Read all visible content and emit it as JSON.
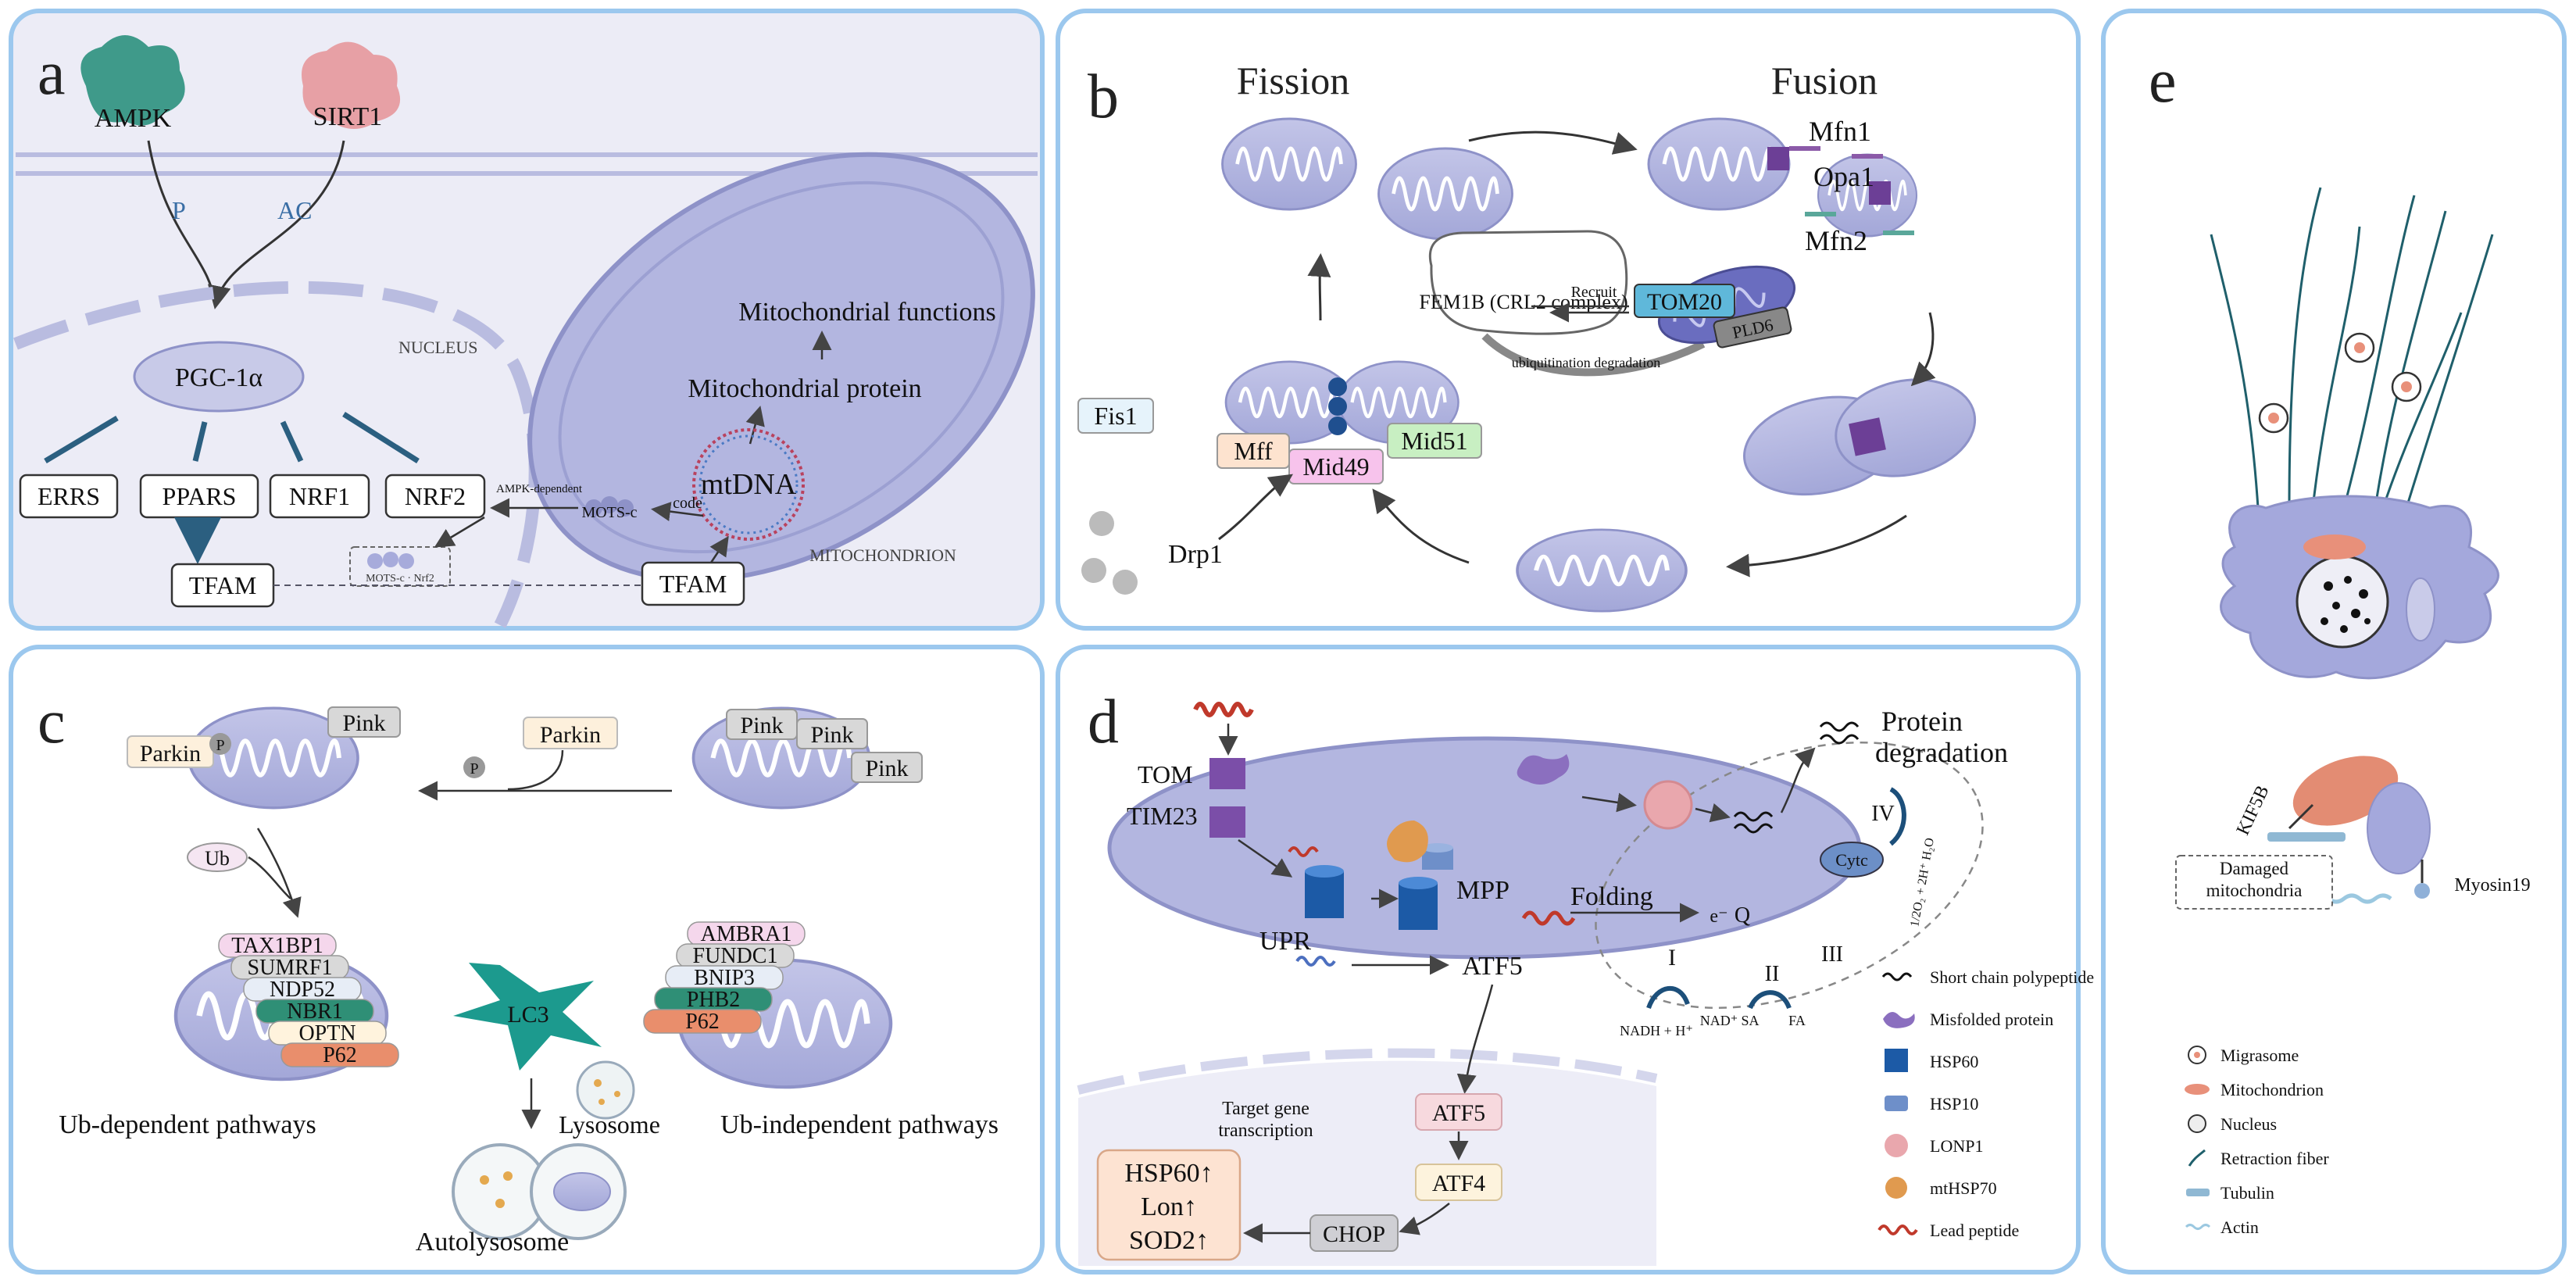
{
  "panels": {
    "a": {
      "letter": "a",
      "ampk": "AMPK",
      "sirt1": "SIRT1",
      "p": "P",
      "ac": "AC",
      "pgc": "PGC-1α",
      "nucleus": "NUCLEUS",
      "errs": "ERRS",
      "ppars": "PPARS",
      "nrf1": "NRF1",
      "nrf2": "NRF2",
      "tfam": "TFAM",
      "ampk_dependent": "AMPK-dependent",
      "mots_c": "MOTS-c",
      "mots_nrf2": "MOTS-c · Nrf2",
      "code": "code",
      "mtdna": "mtDNA",
      "mito_protein": "Mitochondrial protein",
      "mito_functions": "Mitochondrial functions",
      "tfam2": "TFAM",
      "mitochondrion": "MITOCHONDRION"
    },
    "b": {
      "letter": "b",
      "fission": "Fission",
      "fusion": "Fusion",
      "mfn1": "Mfn1",
      "opa1": "Opa1",
      "mfn2": "Mfn2",
      "fem1b": "FEM1B (CRL2 complex)",
      "recruit": "Recruit",
      "ubiq": "ubiquitination degradation",
      "tom20": "TOM20",
      "pld6": "PLD6",
      "fis1": "Fis1",
      "mff": "Mff",
      "mid49": "Mid49",
      "mid51": "Mid51",
      "drp1": "Drp1"
    },
    "c": {
      "letter": "c",
      "parkin": "Parkin",
      "p": "P",
      "pink": "Pink",
      "ub": "Ub",
      "left_receptors": [
        "TAX1BP1",
        "SUMRF1",
        "NDP52",
        "NBR1",
        "OPTN",
        "P62"
      ],
      "right_receptors": [
        "AMBRA1",
        "FUNDC1",
        "BNIP3",
        "PHB2",
        "P62"
      ],
      "lc3": "LC3",
      "lysosome": "Lysosome",
      "autolysosome": "Autolysosome",
      "ub_dep": "Ub-dependent pathways",
      "ub_indep": "Ub-independent pathways"
    },
    "d": {
      "letter": "d",
      "tom": "TOM",
      "tim23": "TIM23",
      "upr": "UPR",
      "mpp": "MPP",
      "folding": "Folding",
      "atf5": "ATF5",
      "protein": "Protein",
      "degradation": "degradation",
      "target_gene": "Target gene",
      "transcription": "transcription",
      "hsp60": "HSP60↑",
      "lon": "Lon↑",
      "sod2": "SOD2↑",
      "atf5b": "ATF5",
      "atf4": "ATF4",
      "chop": "CHOP",
      "cytc": "Cytc",
      "q": "Q",
      "e": "e⁻",
      "i": "I",
      "ii": "II",
      "iii": "III",
      "iv": "IV",
      "nadh": "NADH + H⁺",
      "nad": "NAD⁺",
      "sa": "SA",
      "fa": "FA",
      "o2": "1/2O₂ + 2H⁺  H₂O",
      "legend": [
        {
          "icon": "short-chain-icon",
          "label": "Short chain polypeptide"
        },
        {
          "icon": "misfolded-icon",
          "label": "Misfolded protein"
        },
        {
          "icon": "hsp60-icon",
          "label": "HSP60"
        },
        {
          "icon": "hsp10-icon",
          "label": "HSP10"
        },
        {
          "icon": "lonp1-icon",
          "label": "LONP1"
        },
        {
          "icon": "mthsp70-icon",
          "label": "mtHSP70"
        },
        {
          "icon": "lead-peptide-icon",
          "label": "Lead peptide"
        }
      ]
    },
    "e": {
      "letter": "e",
      "kif5b": "KIF5B",
      "myosin19": "Myosin19",
      "damaged": "Damaged mitochondria",
      "legend": [
        {
          "icon": "migrasome-icon",
          "label": "Migrasome"
        },
        {
          "icon": "mitochondrion-icon",
          "label": "Mitochondrion"
        },
        {
          "icon": "nucleus-icon",
          "label": "Nucleus"
        },
        {
          "icon": "retraction-fiber-icon",
          "label": "Retraction fiber"
        },
        {
          "icon": "tubulin-icon",
          "label": "Tubulin"
        },
        {
          "icon": "actin-icon",
          "label": "Actin"
        }
      ]
    }
  },
  "colors": {
    "panel_border": "#9cc8ee",
    "panel_fill": "#ececf6",
    "mito_fill": "#a9adde",
    "mito_edge": "#8e92c8",
    "nrf_line": "#2b5f80",
    "purple": "#6c3f96",
    "teal": "#5aa79a",
    "pink": "#e9b6b8",
    "ampk_teal": "#3f9a8a"
  }
}
